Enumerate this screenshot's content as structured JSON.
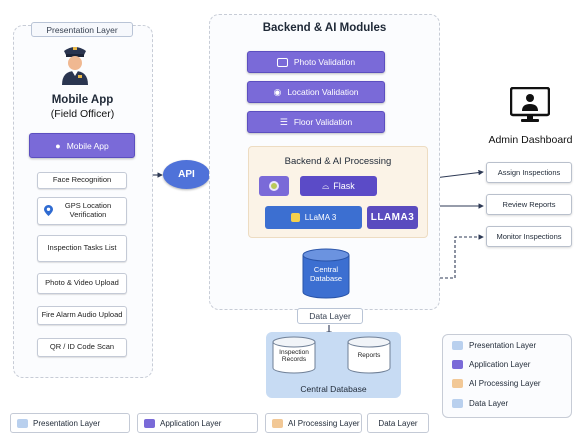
{
  "presentation": {
    "title": "Presentation Layer",
    "mobile_app_heading": "Mobile App",
    "mobile_app_sub": "(Field Officer)",
    "mobile_app_button": "Mobile App",
    "items": [
      "Face Recognition",
      "GPS Location Verification",
      "Inspection Tasks List",
      "Photo & Video Upload",
      "Fire Alarm Audio Upload",
      "QR / ID Code Scan"
    ]
  },
  "api_label": "API",
  "backend": {
    "title": "Backend & AI Modules",
    "validations": [
      "Photo Validation",
      "Location Validation",
      "Floor Validation"
    ],
    "processing_title": "Backend & AI Processing",
    "flask_label": "Flask",
    "llama_label": "LLaMA 3",
    "llama_badge": "LLAMA3",
    "central_db": "Central Database",
    "data_layer_label": "Data Layer"
  },
  "database": {
    "cylinders": [
      "Inspection Records",
      "Reports"
    ],
    "label": "Central Database"
  },
  "admin": {
    "title": "Admin Dashboard",
    "actions": [
      "Assign Inspections",
      "Review Reports",
      "Monitor Inspections"
    ]
  },
  "legend_right": [
    {
      "label": "Presentation Layer",
      "color": "#b9d0ee"
    },
    {
      "label": "Application Layer",
      "color": "#7a6ad8"
    },
    {
      "label": "AI Processing Layer",
      "color": "#f2c896"
    },
    {
      "label": "Data Layer",
      "color": "#b9d0ee"
    }
  ],
  "legend_bottom": [
    {
      "label": "Presentation Layer",
      "color": "#b9d0ee"
    },
    {
      "label": "Application Layer",
      "color": "#7a6ad8"
    },
    {
      "label": "AI Processing Layer",
      "color": "#f2c896"
    },
    {
      "label": "Data Layer",
      "color": ""
    }
  ],
  "colors": {
    "accent_purple": "#7a6ad8",
    "api_blue": "#4f72d9",
    "db_blue": "#3c6fd1",
    "ai_bg": "#fbf3e7"
  }
}
